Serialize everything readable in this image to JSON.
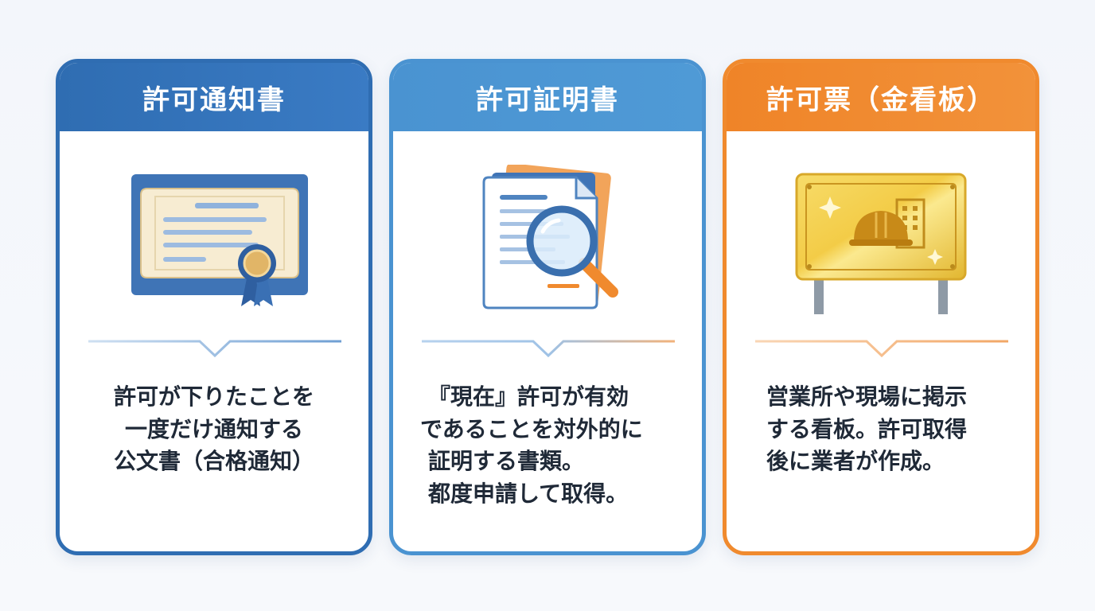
{
  "colors": {
    "blue_dark": "#2f6db2",
    "blue_light": "#4a93d1",
    "orange": "#f08a2e",
    "text": "#1f2937"
  },
  "cards": [
    {
      "title": "許可通知書",
      "icon": "certificate-icon",
      "lines": [
        "許可が下りたことを",
        "一度だけ通知する",
        "公文書（合格通知）"
      ]
    },
    {
      "title": "許可証明書",
      "icon": "document-magnifier-icon",
      "lines": [
        "『現在』許可が有効",
        "であることを対外的に",
        "証明する書類。",
        "都度申請して取得。"
      ]
    },
    {
      "title": "許可票（金看板）",
      "icon": "gold-signboard-icon",
      "lines": [
        "営業所や現場に掲示",
        "する看板。許可取得",
        "後に業者が作成。"
      ]
    }
  ]
}
